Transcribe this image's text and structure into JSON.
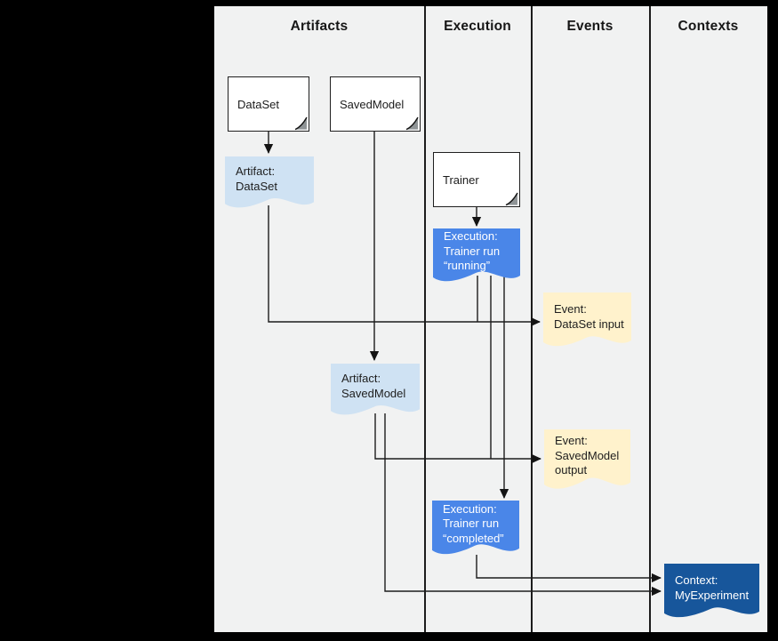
{
  "columns": [
    {
      "id": "artifacts",
      "label": "Artifacts"
    },
    {
      "id": "execution",
      "label": "Execution"
    },
    {
      "id": "events",
      "label": "Events"
    },
    {
      "id": "contexts",
      "label": "Contexts"
    }
  ],
  "nodes": {
    "dataset_doc": {
      "label": "DataSet"
    },
    "savedmodel_doc": {
      "label": "SavedModel"
    },
    "trainer_doc": {
      "label": "Trainer"
    },
    "artifact_dataset": {
      "lines": [
        "Artifact:",
        "DataSet"
      ]
    },
    "artifact_savedmodel": {
      "lines": [
        "Artifact:",
        "SavedModel"
      ]
    },
    "execution_running": {
      "lines": [
        "Execution:",
        "Trainer run",
        "“running”"
      ]
    },
    "execution_completed": {
      "lines": [
        "Execution:",
        "Trainer run",
        "“completed”"
      ]
    },
    "event_dataset_input": {
      "lines": [
        "Event:",
        "DataSet input"
      ]
    },
    "event_savedmodel_output": {
      "lines": [
        "Event:",
        "SavedModel",
        "output"
      ]
    },
    "context_myexperiment": {
      "lines": [
        "Context:",
        "MyExperiment"
      ]
    }
  },
  "colors": {
    "artifact_fill": "#cfe2f3",
    "execution_fill": "#4a86e8",
    "event_fill": "#fff2cc",
    "context_fill": "#17569b",
    "panel_bg": "#f1f2f2",
    "line": "#1c1c1c"
  }
}
